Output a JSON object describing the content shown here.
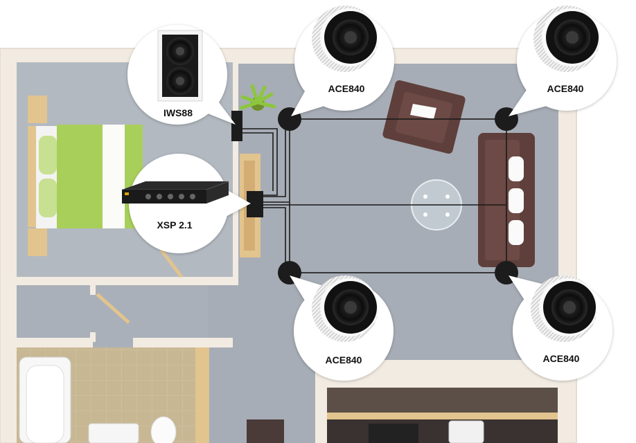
{
  "callouts": {
    "iws88": {
      "label": "IWS88",
      "icon": "in-wall-subwoofer-icon"
    },
    "xsp21": {
      "label": "XSP 2.1",
      "icon": "amplifier-icon"
    },
    "ace840_top_left": {
      "label": "ACE840",
      "icon": "ceiling-speaker-icon"
    },
    "ace840_top_right": {
      "label": "ACE840",
      "icon": "ceiling-speaker-icon"
    },
    "ace840_bottom_left": {
      "label": "ACE840",
      "icon": "ceiling-speaker-icon"
    },
    "ace840_bottom_right": {
      "label": "ACE840",
      "icon": "ceiling-speaker-icon"
    }
  },
  "colors": {
    "wall": "#f2ebe2",
    "floor_living": "#a7adb6",
    "floor_bedroom": "#b3b9c1",
    "bed_green": "#a8cf5a",
    "sofa_brown": "#5e3f3b",
    "wood": "#e2c48e",
    "speaker_dot": "#1c1c1c",
    "wire": "#1a1a1a"
  }
}
